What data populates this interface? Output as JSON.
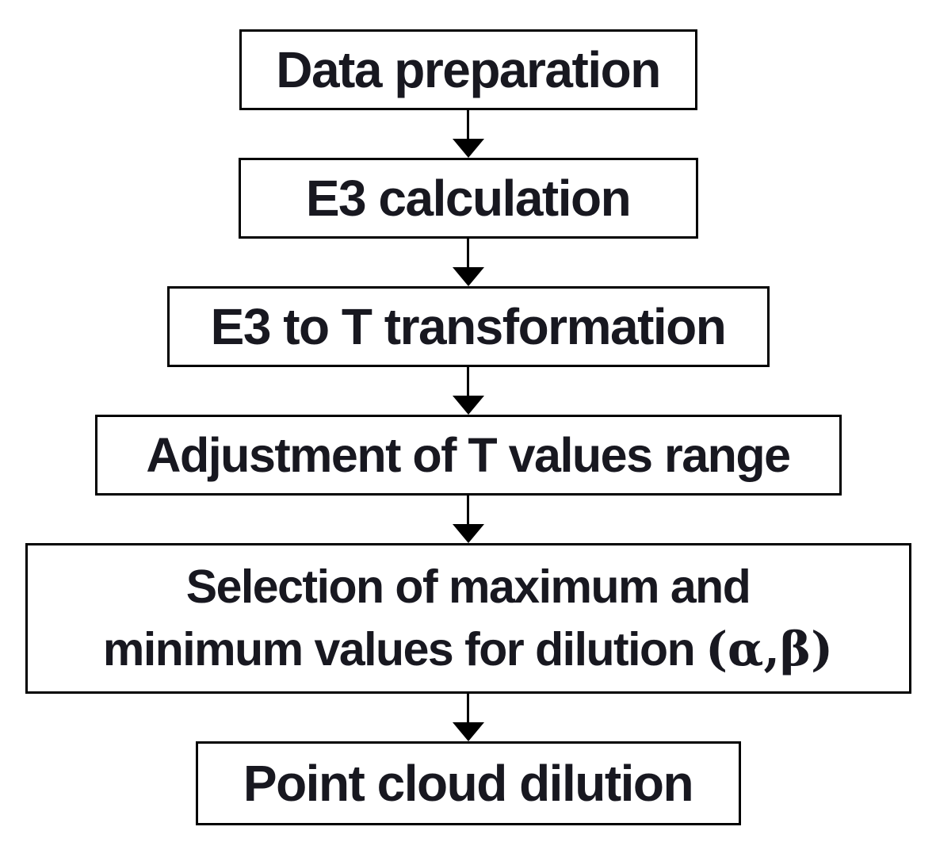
{
  "diagram": {
    "type": "flowchart",
    "direction": "top-down",
    "background": "#ffffff",
    "node_style": {
      "border_color": "#000000",
      "fill": "#ffffff",
      "text_color": "#181820"
    },
    "arrow_color": "#000000",
    "nodes": [
      {
        "id": "data-preparation",
        "lines": [
          "Data preparation"
        ]
      },
      {
        "id": "e3-calculation",
        "lines": [
          "E3 calculation"
        ]
      },
      {
        "id": "e3-to-t-transformation",
        "lines": [
          "E3 to T transformation"
        ]
      },
      {
        "id": "adjustment-t-values-range",
        "lines": [
          "Adjustment of T values range"
        ]
      },
      {
        "id": "selection-max-min-dilution",
        "lines": [
          "Selection of maximum and",
          "minimum values for dilution"
        ],
        "math_suffix": "(α,β)"
      },
      {
        "id": "point-cloud-dilution",
        "lines": [
          "Point cloud dilution"
        ]
      }
    ],
    "edges": [
      {
        "from": "data-preparation",
        "to": "e3-calculation"
      },
      {
        "from": "e3-calculation",
        "to": "e3-to-t-transformation"
      },
      {
        "from": "e3-to-t-transformation",
        "to": "adjustment-t-values-range"
      },
      {
        "from": "adjustment-t-values-range",
        "to": "selection-max-min-dilution"
      },
      {
        "from": "selection-max-min-dilution",
        "to": "point-cloud-dilution"
      }
    ]
  }
}
